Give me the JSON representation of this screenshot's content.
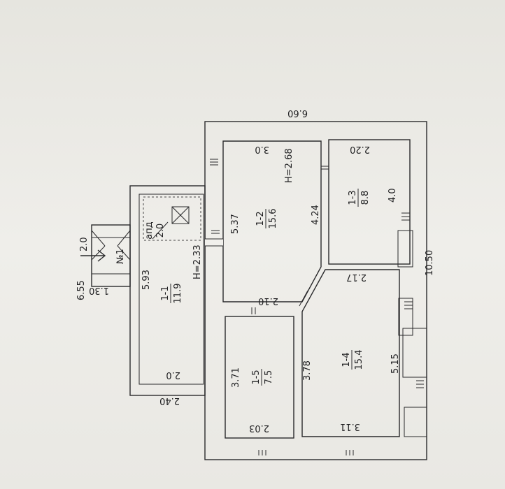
{
  "plan": {
    "overall": {
      "top_width": "6.60",
      "right_length": "10.50",
      "left_length": "6.55"
    },
    "rooms": [
      {
        "id": "1-1",
        "area": "11.9"
      },
      {
        "id": "1-2",
        "area": "15.6"
      },
      {
        "id": "1-3",
        "area": "8.8"
      },
      {
        "id": "1-4",
        "area": "15.4"
      },
      {
        "id": "1-5",
        "area": "7.5"
      }
    ],
    "dimensions": {
      "r12_top": "3.0",
      "r12_height": "H=2.68",
      "r12_left": "5.37",
      "r12_right": "4.24",
      "r12_bottom": "2.10",
      "r13_top": "2.20",
      "r13_right": "4.0",
      "r14_top": "2.17",
      "r14_right": "5.15",
      "r14_left": "3.78",
      "r14_bottom": "3.11",
      "r15_left": "3.71",
      "r15_bottom": "2.03",
      "r11_height": "H=2.33",
      "r11_left": "5.93",
      "r11_bottom": "2.0",
      "bottom_overall": "2.40",
      "porch_width": "1.30",
      "porch_length": "2.0"
    },
    "porch_label": "№1",
    "annex": {
      "label": "апд",
      "area": "2.0"
    }
  }
}
